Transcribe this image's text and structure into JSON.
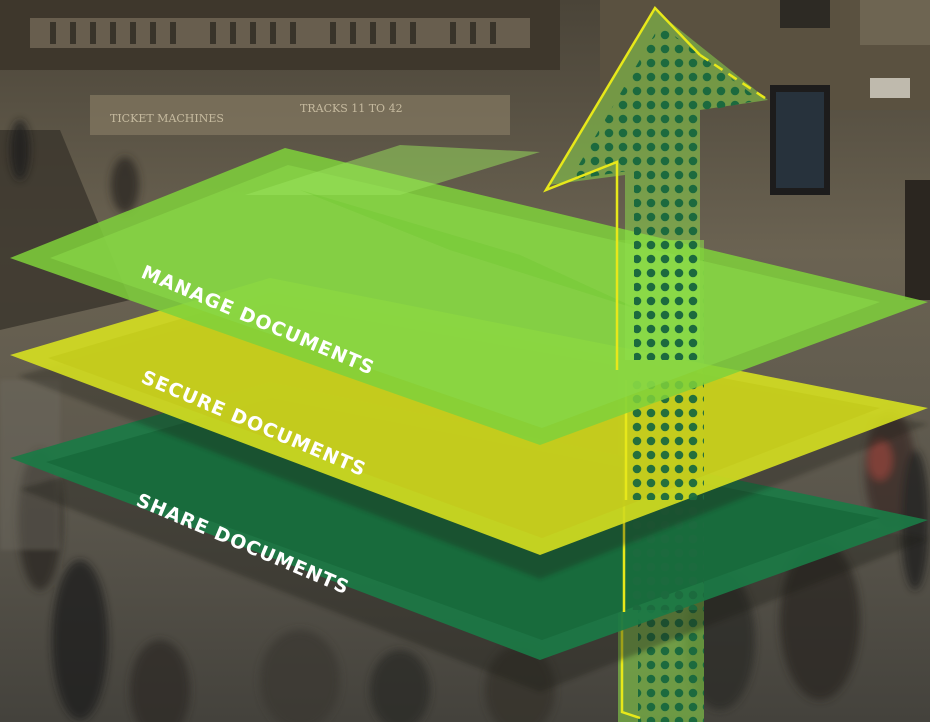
{
  "layers": {
    "manage": {
      "label": "MANAGE DOCUMENTS",
      "color": "#7fd13b"
    },
    "secure": {
      "label": "SECURE DOCUMENTS",
      "color": "#d6e020"
    },
    "share": {
      "label": "SHARE DOCUMENTS",
      "color": "#1b7a45"
    }
  },
  "arrow": {
    "dot_color": "#1c6a3e",
    "outline_color": "#e7e81a"
  },
  "background": {
    "signs": [
      "TICKET MACHINES",
      "TRACKS 11 TO 42"
    ]
  }
}
